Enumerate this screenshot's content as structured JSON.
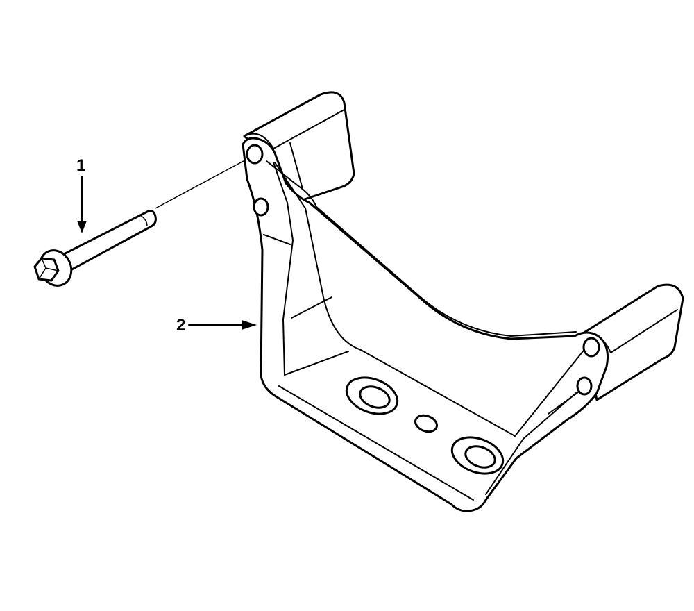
{
  "callouts": [
    {
      "label": "1",
      "part": "bolt"
    },
    {
      "label": "2",
      "part": "bracket"
    }
  ],
  "colors": {
    "ink": "#000000",
    "paper": "#ffffff"
  }
}
